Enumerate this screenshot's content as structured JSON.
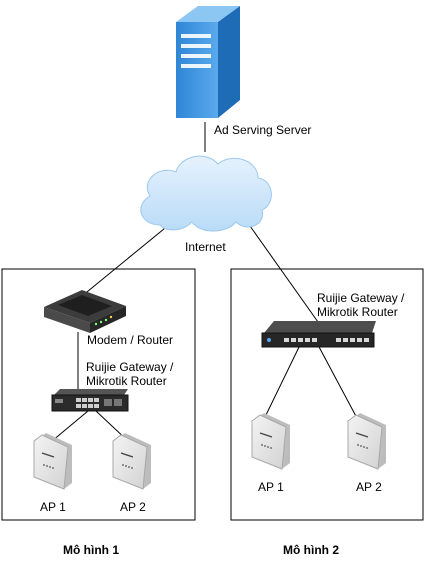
{
  "labels": {
    "server": "Ad Serving Server",
    "internet": "Internet",
    "modem": "Modem / Router",
    "gateway1": "Ruijie Gateway /\nMikrotik Router",
    "gateway2": "Ruijie Gateway /\nMikrotik Router",
    "ap1_m1": "AP 1",
    "ap2_m1": "AP 2",
    "ap1_m2": "AP 1",
    "ap2_m2": "AP 2"
  },
  "captions": {
    "model1": "Mô hình 1",
    "model2": "Mô hình 2"
  },
  "icons": {
    "server": "server-icon",
    "cloud": "cloud-icon",
    "modem": "modem-router-icon",
    "switch": "gateway-switch-icon",
    "ap": "access-point-icon"
  },
  "colors": {
    "line": "#000000",
    "server_blue": "#3a8fd8",
    "cloud_blue": "#cfe6fb",
    "device_dark": "#2b2b2b",
    "ap_body": "#e8e8e8"
  }
}
